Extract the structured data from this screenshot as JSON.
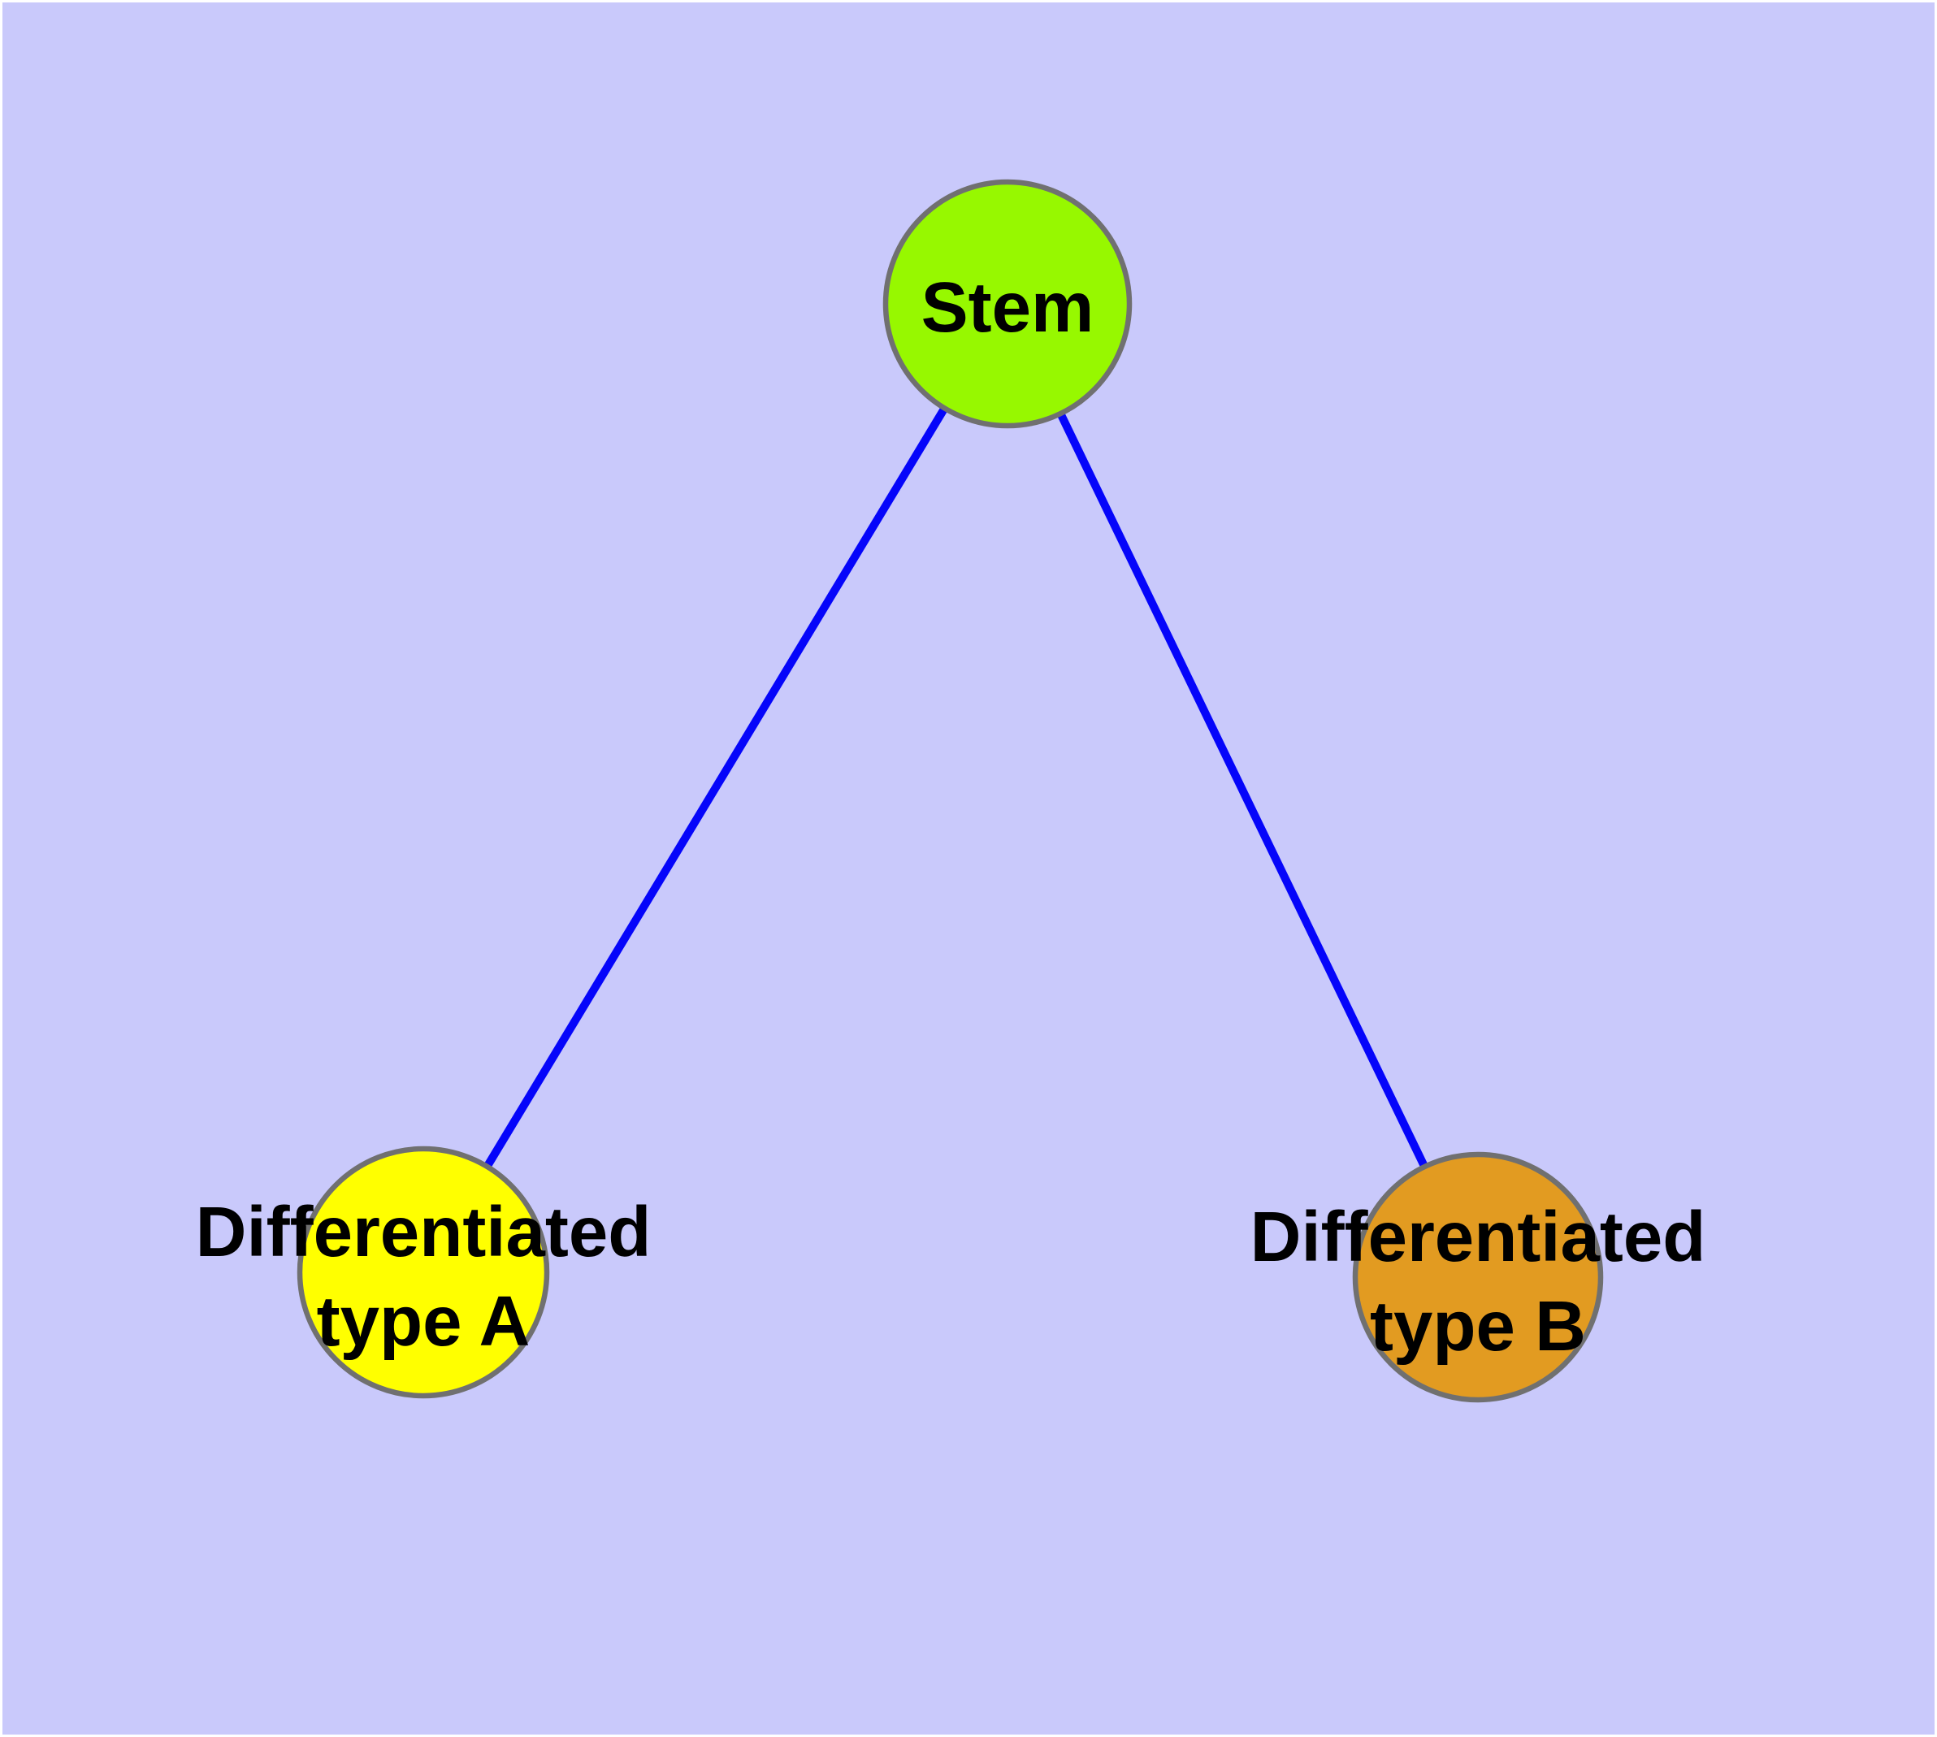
{
  "colors": {
    "background": "#C9C9FB",
    "edge": "#0505FA",
    "node_border": "#707070",
    "text": "#000000"
  },
  "nodes": {
    "stem": {
      "label": "Stem",
      "fill": "#97F800"
    },
    "type_a": {
      "label": "Differentiated type A",
      "label_line1": "Differentiated",
      "label_line2": "type A",
      "fill": "#FFFF00"
    },
    "type_b": {
      "label": "Differentiated type B",
      "label_line1": "Differentiated",
      "label_line2": "type B",
      "fill": "#E29B21"
    }
  },
  "edges": [
    {
      "from": "Stem",
      "to": "Differentiated type A"
    },
    {
      "from": "Stem",
      "to": "Differentiated type B"
    }
  ]
}
